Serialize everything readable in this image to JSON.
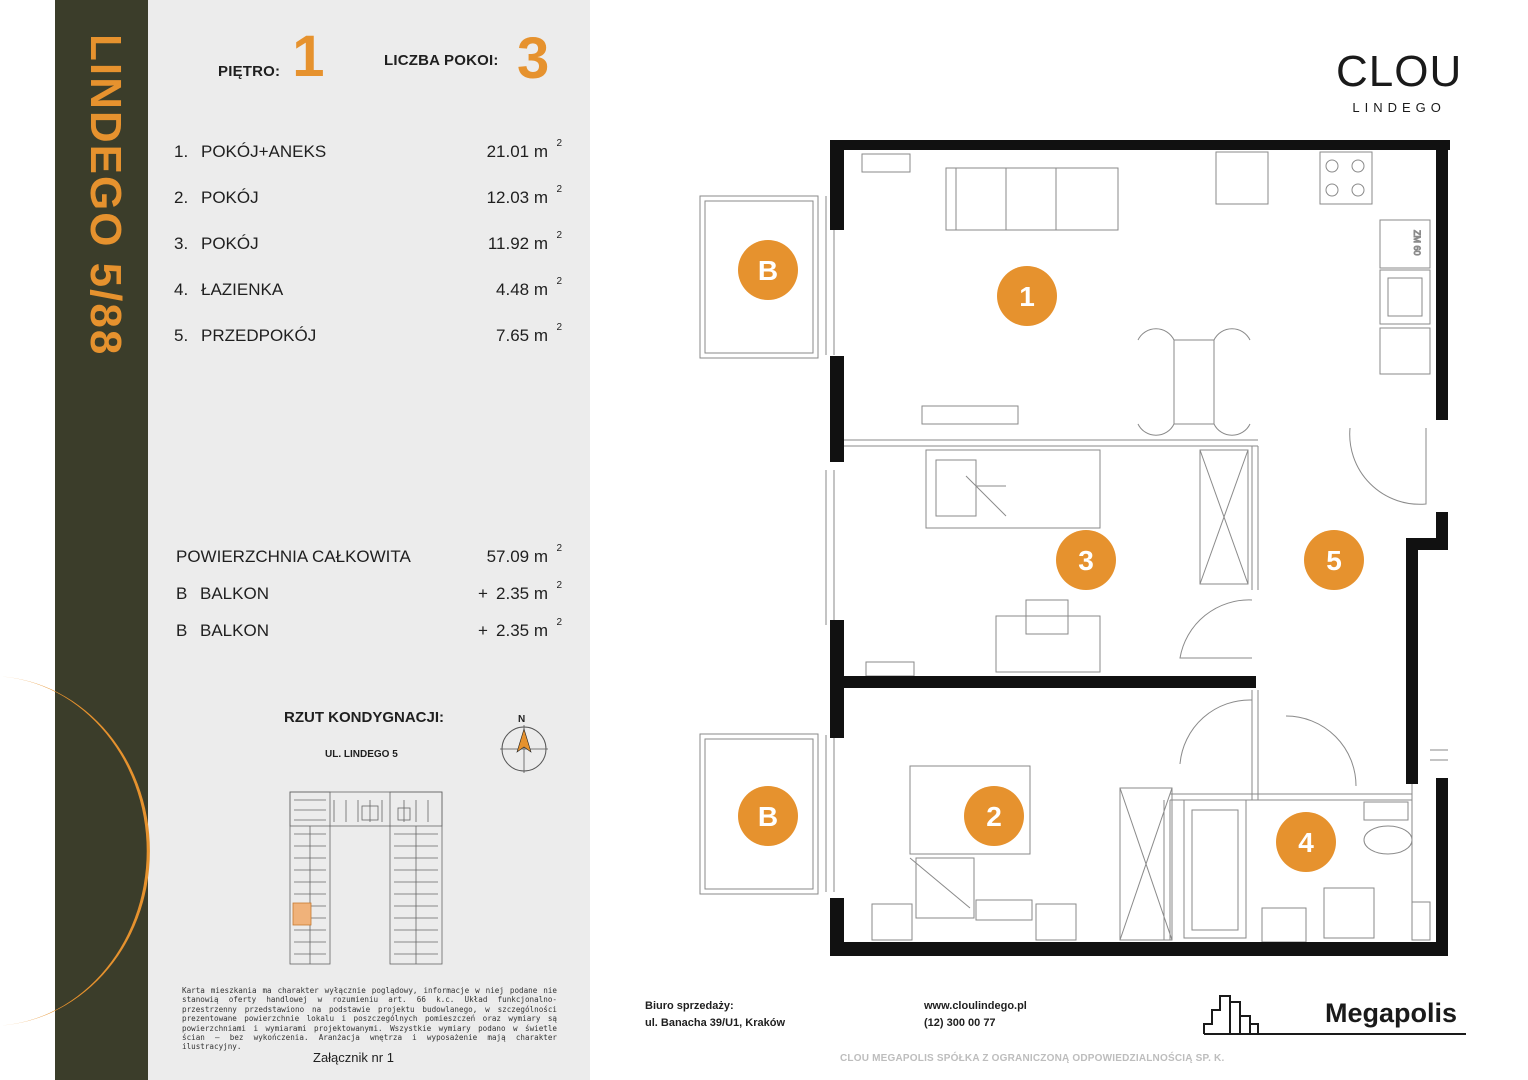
{
  "sidebar": {
    "title": "LINDEGO 5/88"
  },
  "summary": {
    "floor_label": "PIĘTRO:",
    "floor_value": "1",
    "rooms_label": "LICZBA POKOI:",
    "rooms_value": "3"
  },
  "rooms": [
    {
      "num": "1.",
      "name": "POKÓJ+ANEKS",
      "area": "21.01 m"
    },
    {
      "num": "2.",
      "name": "POKÓJ",
      "area": "12.03 m"
    },
    {
      "num": "3.",
      "name": "POKÓJ",
      "area": "11.92 m"
    },
    {
      "num": "4.",
      "name": "ŁAZIENKA",
      "area": "4.48 m"
    },
    {
      "num": "5.",
      "name": "PRZEDPOKÓJ",
      "area": "7.65 m"
    }
  ],
  "area_sup": "2",
  "totals": {
    "total_label": "POWIERZCHNIA CAŁKOWITA",
    "total_area": "57.09 m",
    "balconies": [
      {
        "code": "B",
        "name": "BALKON",
        "plus": "+",
        "area": "2.35 m"
      },
      {
        "code": "B",
        "name": "BALKON",
        "plus": "+",
        "area": "2.35 m"
      }
    ]
  },
  "keyplan": {
    "title": "RZUT KONDYGNACJI:",
    "street": "UL. LINDEGO 5",
    "north": "N"
  },
  "disclaimer": "Karta mieszkania ma charakter wyłącznie poglądowy, informacje w niej podane nie stanowią oferty handlowej w rozumieniu art. 66 k.c. Układ funkcjonalno-przestrzenny przedstawiono na podstawie projektu budowlanego, w szczególności prezentowane powierzchnie lokalu i poszczególnych pomieszczeń oraz wymiary są powierzchniami i wymiarami projektowanymi. Wszystkie wymiary podano w świetle ścian – bez wykończenia. Aranżacja wnętrza i wyposażenie mają charakter ilustracyjny.",
  "attachment": "Załącznik nr 1",
  "logo": {
    "brand": "CLOU",
    "sub": "LINDEGO"
  },
  "plan_labels": {
    "r1": "1",
    "r2": "2",
    "r3": "3",
    "r4": "4",
    "r5": "5",
    "b1": "B",
    "b2": "B",
    "cooktop_label": "ZM 60"
  },
  "footer": {
    "office_title": "Biuro sprzedaży:",
    "office_address": "ul. Banacha 39/U1, Kraków",
    "website": "www.cloulindego.pl",
    "phone": "(12) 300 00 77",
    "developer": "Megapolis",
    "company": "CLOU MEGAPOLIS SPÓŁKA Z OGRANICZONĄ ODPOWIEDZIALNOŚCIĄ SP. K."
  },
  "colors": {
    "accent": "#e6922e",
    "stripe": "#3b3d2a",
    "panel": "#ececec"
  }
}
